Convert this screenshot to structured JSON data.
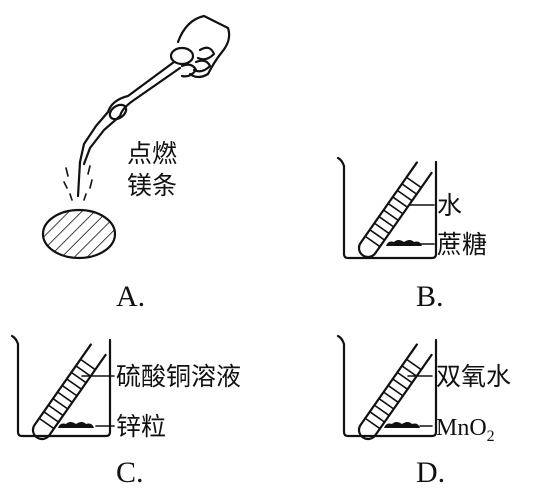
{
  "panel_a": {
    "label_line1": "点燃",
    "label_line2": "镁条",
    "option": "A."
  },
  "panel_b": {
    "label_top": "水",
    "label_bottom": "蔗糖",
    "option": "B."
  },
  "panel_c": {
    "label_top": "硫酸铜溶液",
    "label_bottom": "锌粒",
    "option": "C."
  },
  "panel_d": {
    "label_top": "双氧水",
    "label_bottom_main": "MnO",
    "label_bottom_sub": "2",
    "option": "D."
  }
}
